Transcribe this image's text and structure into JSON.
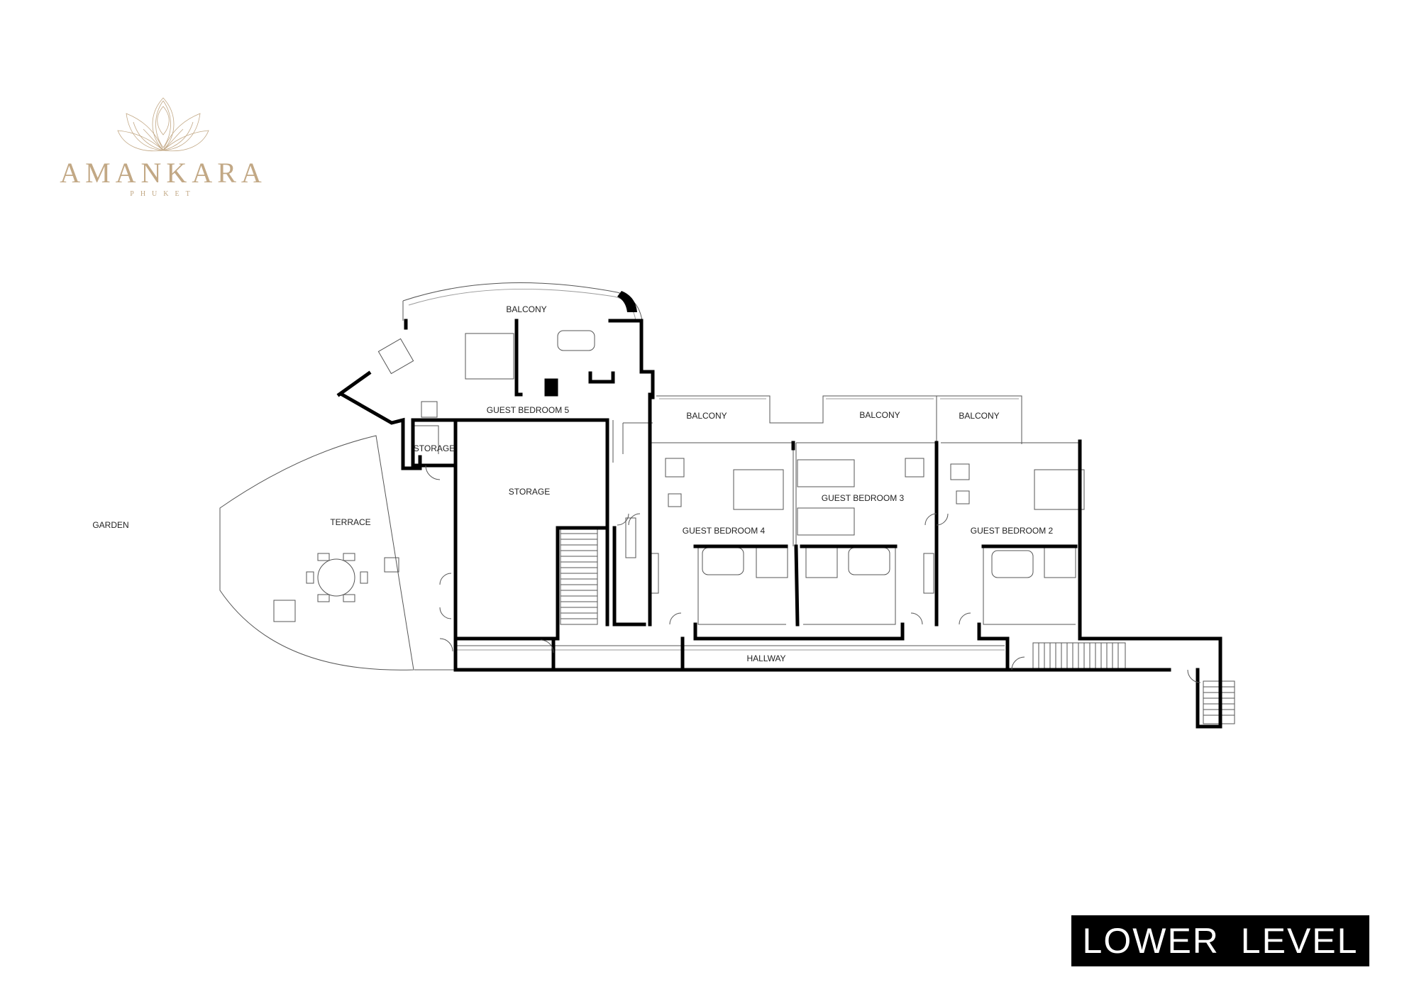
{
  "brand": {
    "name": "AMANKARA",
    "location": "PHUKET",
    "gold_color": "#c2a885"
  },
  "level_label": "LOWER LEVEL",
  "rooms": {
    "balcony_top": "BALCONY",
    "guest_bedroom_5": "GUEST BEDROOM 5",
    "storage_small": "STORAGE",
    "storage_large": "STORAGE",
    "garden": "GARDEN",
    "terrace": "TERRACE",
    "balcony_1": "BALCONY",
    "balcony_2": "BALCONY",
    "balcony_3": "BALCONY",
    "guest_bedroom_4": "GUEST BEDROOM 4",
    "guest_bedroom_3": "GUEST BEDROOM 3",
    "guest_bedroom_2": "GUEST BEDROOM 2",
    "hallway": "HALLWAY"
  },
  "colors": {
    "wall": "#000000",
    "outline": "#555555",
    "light_line": "#9a9a9a"
  }
}
